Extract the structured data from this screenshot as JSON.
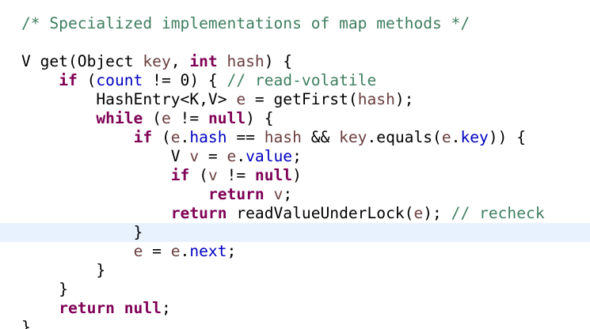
{
  "editor": {
    "current_line_color": "#e8f2fe",
    "colors": {
      "comment": "#3f7f5f",
      "keyword": "#7f0055",
      "field": "#0000c0",
      "param": "#6a3e3e",
      "plain": "#000000"
    },
    "lines": [
      {
        "tokens": [
          {
            "t": "/* Specialized implementations of map methods */",
            "c": "comment"
          }
        ]
      },
      {
        "tokens": []
      },
      {
        "tokens": [
          {
            "t": "V get(Object ",
            "c": "plain"
          },
          {
            "t": "key",
            "c": "param"
          },
          {
            "t": ", ",
            "c": "plain"
          },
          {
            "t": "int",
            "c": "keyword"
          },
          {
            "t": " ",
            "c": "plain"
          },
          {
            "t": "hash",
            "c": "param"
          },
          {
            "t": ") {",
            "c": "plain"
          }
        ]
      },
      {
        "tokens": [
          {
            "t": "    ",
            "c": "plain"
          },
          {
            "t": "if",
            "c": "keyword"
          },
          {
            "t": " (",
            "c": "plain"
          },
          {
            "t": "count",
            "c": "field"
          },
          {
            "t": " != 0) { ",
            "c": "plain"
          },
          {
            "t": "// read-volatile",
            "c": "comment"
          }
        ]
      },
      {
        "tokens": [
          {
            "t": "        HashEntry<K,V> ",
            "c": "plain"
          },
          {
            "t": "e",
            "c": "param"
          },
          {
            "t": " = getFirst(",
            "c": "plain"
          },
          {
            "t": "hash",
            "c": "param"
          },
          {
            "t": ");",
            "c": "plain"
          }
        ]
      },
      {
        "tokens": [
          {
            "t": "        ",
            "c": "plain"
          },
          {
            "t": "while",
            "c": "keyword"
          },
          {
            "t": " (",
            "c": "plain"
          },
          {
            "t": "e",
            "c": "param"
          },
          {
            "t": " != ",
            "c": "plain"
          },
          {
            "t": "null",
            "c": "keyword"
          },
          {
            "t": ") {",
            "c": "plain"
          }
        ]
      },
      {
        "tokens": [
          {
            "t": "            ",
            "c": "plain"
          },
          {
            "t": "if",
            "c": "keyword"
          },
          {
            "t": " (",
            "c": "plain"
          },
          {
            "t": "e",
            "c": "param"
          },
          {
            "t": ".",
            "c": "plain"
          },
          {
            "t": "hash",
            "c": "field"
          },
          {
            "t": " == ",
            "c": "plain"
          },
          {
            "t": "hash",
            "c": "param"
          },
          {
            "t": " && ",
            "c": "plain"
          },
          {
            "t": "key",
            "c": "param"
          },
          {
            "t": ".equals(",
            "c": "plain"
          },
          {
            "t": "e",
            "c": "param"
          },
          {
            "t": ".",
            "c": "plain"
          },
          {
            "t": "key",
            "c": "field"
          },
          {
            "t": ")) {",
            "c": "plain"
          }
        ]
      },
      {
        "tokens": [
          {
            "t": "                V ",
            "c": "plain"
          },
          {
            "t": "v",
            "c": "param"
          },
          {
            "t": " = ",
            "c": "plain"
          },
          {
            "t": "e",
            "c": "param"
          },
          {
            "t": ".",
            "c": "plain"
          },
          {
            "t": "value",
            "c": "field"
          },
          {
            "t": ";",
            "c": "plain"
          }
        ]
      },
      {
        "tokens": [
          {
            "t": "                ",
            "c": "plain"
          },
          {
            "t": "if",
            "c": "keyword"
          },
          {
            "t": " (",
            "c": "plain"
          },
          {
            "t": "v",
            "c": "param"
          },
          {
            "t": " != ",
            "c": "plain"
          },
          {
            "t": "null",
            "c": "keyword"
          },
          {
            "t": ")",
            "c": "plain"
          }
        ]
      },
      {
        "tokens": [
          {
            "t": "                    ",
            "c": "plain"
          },
          {
            "t": "return",
            "c": "keyword"
          },
          {
            "t": " ",
            "c": "plain"
          },
          {
            "t": "v",
            "c": "param"
          },
          {
            "t": ";",
            "c": "plain"
          }
        ]
      },
      {
        "tokens": [
          {
            "t": "                ",
            "c": "plain"
          },
          {
            "t": "return",
            "c": "keyword"
          },
          {
            "t": " readValueUnderLock(",
            "c": "plain"
          },
          {
            "t": "e",
            "c": "param"
          },
          {
            "t": "); ",
            "c": "plain"
          },
          {
            "t": "// recheck",
            "c": "comment"
          }
        ]
      },
      {
        "current": true,
        "tokens": [
          {
            "t": "            }",
            "c": "plain"
          }
        ]
      },
      {
        "tokens": [
          {
            "t": "            ",
            "c": "plain"
          },
          {
            "t": "e",
            "c": "param"
          },
          {
            "t": " = ",
            "c": "plain"
          },
          {
            "t": "e",
            "c": "param"
          },
          {
            "t": ".",
            "c": "plain"
          },
          {
            "t": "next",
            "c": "field"
          },
          {
            "t": ";",
            "c": "plain"
          }
        ]
      },
      {
        "tokens": [
          {
            "t": "        }",
            "c": "plain"
          }
        ]
      },
      {
        "tokens": [
          {
            "t": "    }",
            "c": "plain"
          }
        ]
      },
      {
        "tokens": [
          {
            "t": "    ",
            "c": "plain"
          },
          {
            "t": "return",
            "c": "keyword"
          },
          {
            "t": " ",
            "c": "plain"
          },
          {
            "t": "null",
            "c": "keyword"
          },
          {
            "t": ";",
            "c": "plain"
          }
        ]
      },
      {
        "tokens": [
          {
            "t": "}",
            "c": "plain"
          }
        ]
      }
    ]
  }
}
